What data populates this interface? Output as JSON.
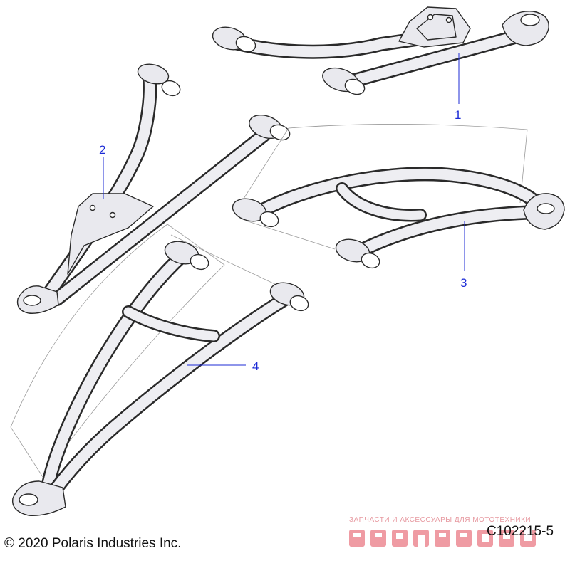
{
  "diagram": {
    "callouts": [
      {
        "id": "1",
        "label": "1"
      },
      {
        "id": "2",
        "label": "2"
      },
      {
        "id": "3",
        "label": "3"
      },
      {
        "id": "4",
        "label": "4"
      }
    ],
    "copyright": "© 2020 Polaris Industries Inc.",
    "drawing_code": "C102215-5",
    "callout_color": "#1c2bd6"
  },
  "watermark": {
    "tagline": "ЗАПЧАСТИ И АКСЕССУАРЫ ДЛЯ МОТОТЕХНИКИ",
    "logo_text": "PartsFor.ru",
    "color": "#e24a58"
  }
}
